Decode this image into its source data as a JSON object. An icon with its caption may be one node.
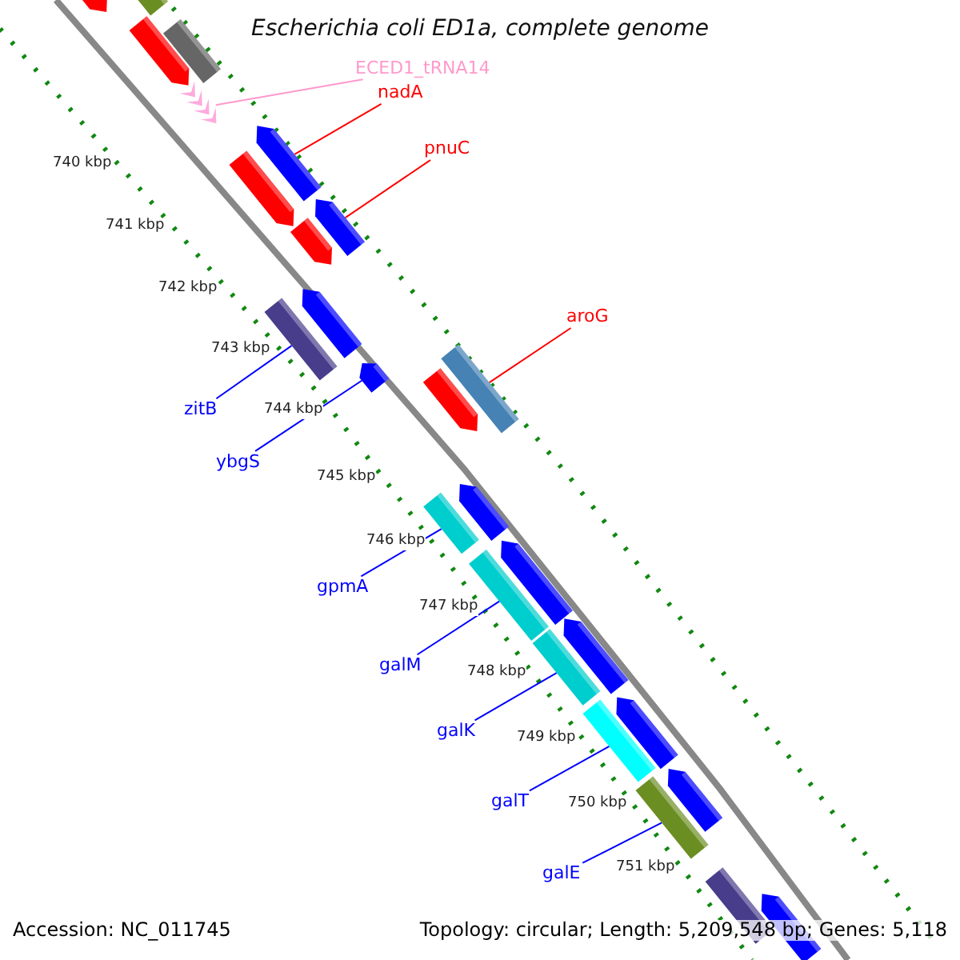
{
  "diagram": {
    "title": "Escherichia coli ED1a, complete genome",
    "nodes": [
      {
        "text": [
          "ECED1_tRNA14"
        ]
      },
      {
        "text": [
          "nadA"
        ]
      },
      {
        "text": [
          "pnuC"
        ]
      },
      {
        "text": [
          "aroG"
        ]
      },
      {
        "text": [
          "zitB"
        ]
      },
      {
        "text": [
          "ybgS"
        ]
      },
      {
        "text": [
          "gpmA"
        ]
      },
      {
        "text": [
          "galM"
        ]
      },
      {
        "text": [
          "galK"
        ]
      },
      {
        "text": [
          "galT"
        ]
      },
      {
        "text": [
          "galE"
        ]
      },
      {
        "text": [],
        "shape": "bar"
      },
      {
        "text": [],
        "shape": "arrow"
      },
      {
        "text": [],
        "shape": "bar"
      },
      {
        "text": [],
        "shape": "arrow"
      },
      {
        "text": [],
        "shape": "chevron"
      },
      {
        "text": [],
        "shape": "arrow"
      },
      {
        "text": [],
        "shape": "arrow"
      },
      {
        "text": [],
        "shape": "arrow"
      },
      {
        "text": [],
        "shape": "arrow"
      },
      {
        "text": [],
        "shape": "arrow"
      },
      {
        "text": [],
        "shape": "bar"
      },
      {
        "text": [],
        "shape": "arrow"
      },
      {
        "text": [],
        "shape": "bar"
      },
      {
        "text": [],
        "shape": "arrow"
      },
      {
        "text": [],
        "shape": "arrow"
      },
      {
        "text": [],
        "shape": "bar"
      },
      {
        "text": [],
        "shape": "arrow"
      },
      {
        "text": [],
        "shape": "bar"
      },
      {
        "text": [],
        "shape": "arrow"
      },
      {
        "text": [],
        "shape": "bar"
      },
      {
        "text": [],
        "shape": "arrow"
      },
      {
        "text": [],
        "shape": "bar"
      },
      {
        "text": [],
        "shape": "arrow"
      },
      {
        "text": [],
        "shape": "bar"
      },
      {
        "text": [],
        "shape": "bar"
      },
      {
        "text": [],
        "shape": "arrow"
      }
    ],
    "edges": [
      {
        "from": 0,
        "to": 15,
        "arrow": "none",
        "color": "#ff99cc"
      },
      {
        "from": 1,
        "to": 16,
        "arrow": "none",
        "color": "#ff0000"
      },
      {
        "from": 2,
        "to": 18,
        "arrow": "none",
        "color": "#ff0000"
      },
      {
        "from": 3,
        "to": 23,
        "arrow": "none",
        "color": "#ff0000"
      },
      {
        "from": 4,
        "to": 21,
        "arrow": "none"
      },
      {
        "from": 5,
        "to": 22,
        "arrow": "none"
      },
      {
        "from": 6,
        "to": 26,
        "arrow": "none"
      },
      {
        "from": 7,
        "to": 28,
        "arrow": "none"
      },
      {
        "from": 8,
        "to": 30,
        "arrow": "none"
      },
      {
        "from": 9,
        "to": 32,
        "arrow": "none"
      },
      {
        "from": 10,
        "to": 34,
        "arrow": "none"
      }
    ],
    "labels": [
      "740 kbp",
      "741 kbp",
      "742 kbp",
      "743 kbp",
      "744 kbp",
      "745 kbp",
      "746 kbp",
      "747 kbp",
      "748 kbp",
      "749 kbp",
      "750 kbp",
      "751 kbp",
      "Accession: NC_011745",
      "Topology: circular; Length: 5,209,548 bp; Genes: 5,118"
    ]
  }
}
